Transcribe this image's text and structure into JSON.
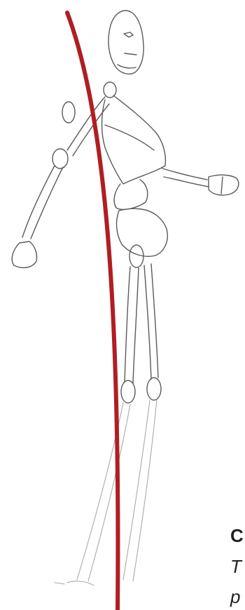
{
  "illustration": {
    "line_color": "#b01e23",
    "sketch_color": "#5a5a5a",
    "icon": "sketched-figure-walking"
  },
  "text_fragments": {
    "heading_fragment": "C",
    "line1_fragment": "T",
    "line2_fragment": "p"
  }
}
